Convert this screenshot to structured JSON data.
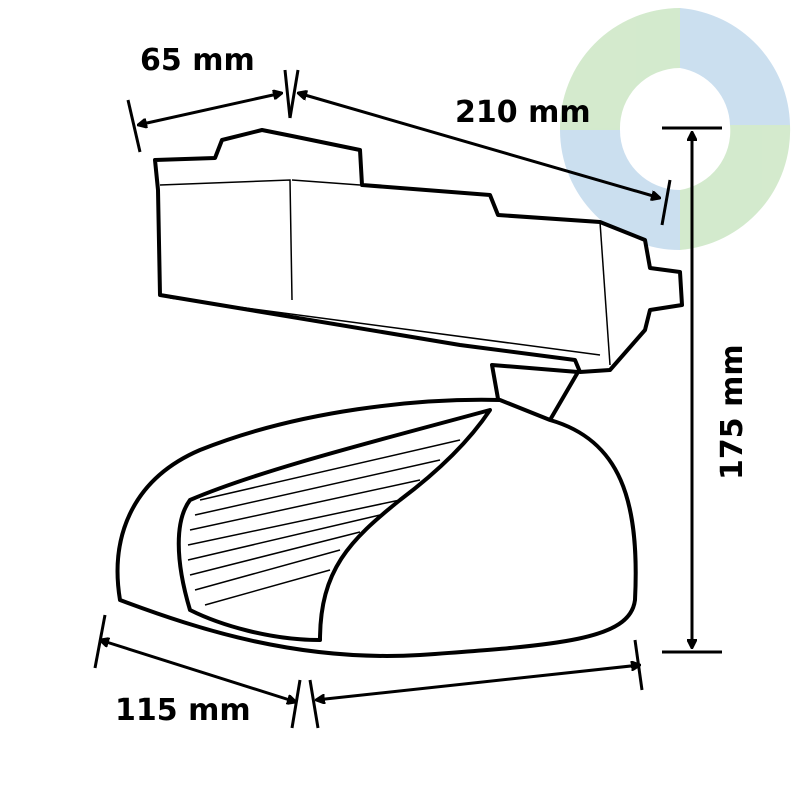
{
  "dimensions": {
    "depth": "65 mm",
    "length": "210 mm",
    "height": "175 mm",
    "width": "115 mm"
  },
  "colors": {
    "logo_green": "#cfe8c8",
    "logo_blue": "#c6dcee",
    "line": "#000000"
  }
}
